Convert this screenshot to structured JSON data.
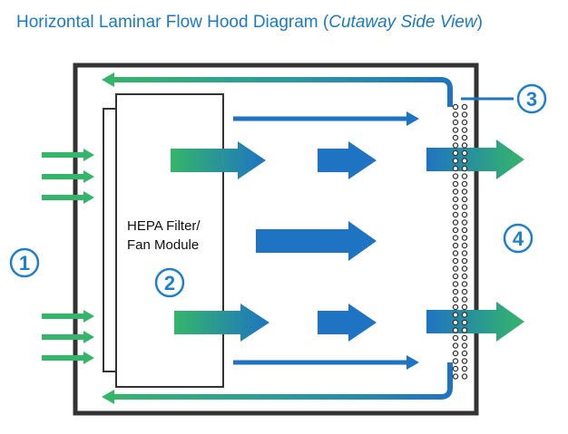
{
  "title": {
    "main": "Horizontal Laminar Flow Hood Diagram ",
    "paren_open": "(",
    "subtitle": "Cutaway Side View",
    "paren_close": ")"
  },
  "filter_module": {
    "line1": "HEPA Filter/",
    "line2": "Fan Module"
  },
  "markers": {
    "m1": "1",
    "m2": "2",
    "m3": "3",
    "m4": "4"
  },
  "colors": {
    "title": "#1a7ac8",
    "arrow_blue": "#1e74c2",
    "arrow_green": "#35b56a",
    "outline": "#333333",
    "marker": "#1e7fd0"
  }
}
